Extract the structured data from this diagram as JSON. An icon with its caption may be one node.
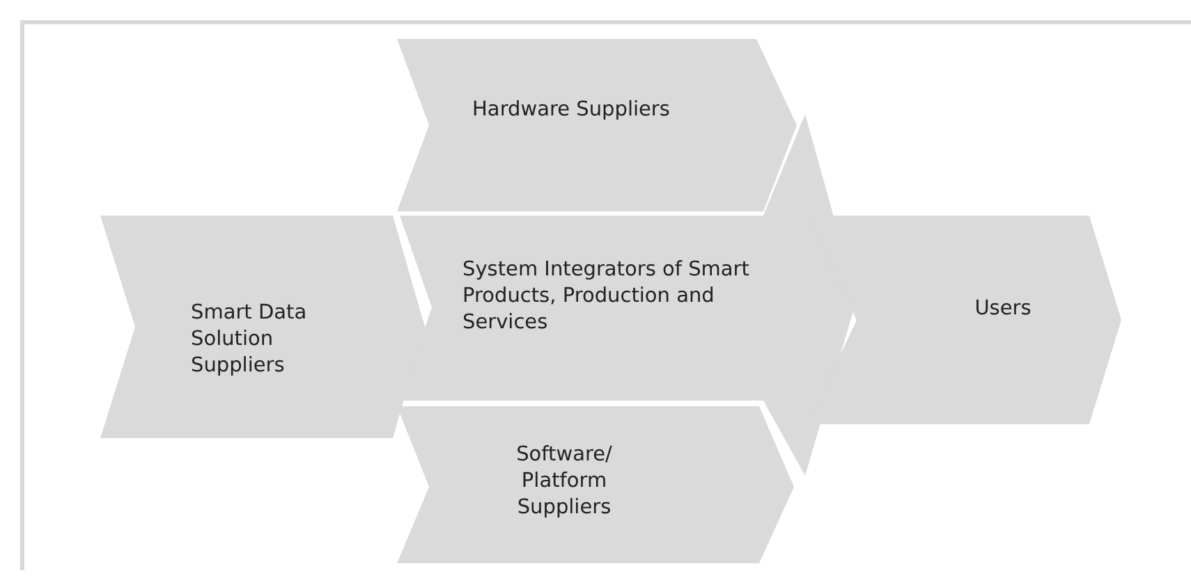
{
  "diagram": {
    "nodes": [
      {
        "text": [
          "Hardware Suppliers"
        ]
      },
      {
        "text": [
          "Smart Data Solution Suppliers"
        ]
      },
      {
        "text": [
          "System Integrators of Smart Products, Production and Services"
        ]
      },
      {
        "text": [
          "Software/ Platform Suppliers"
        ]
      },
      {
        "text": [
          "Users"
        ]
      }
    ],
    "edges": []
  }
}
